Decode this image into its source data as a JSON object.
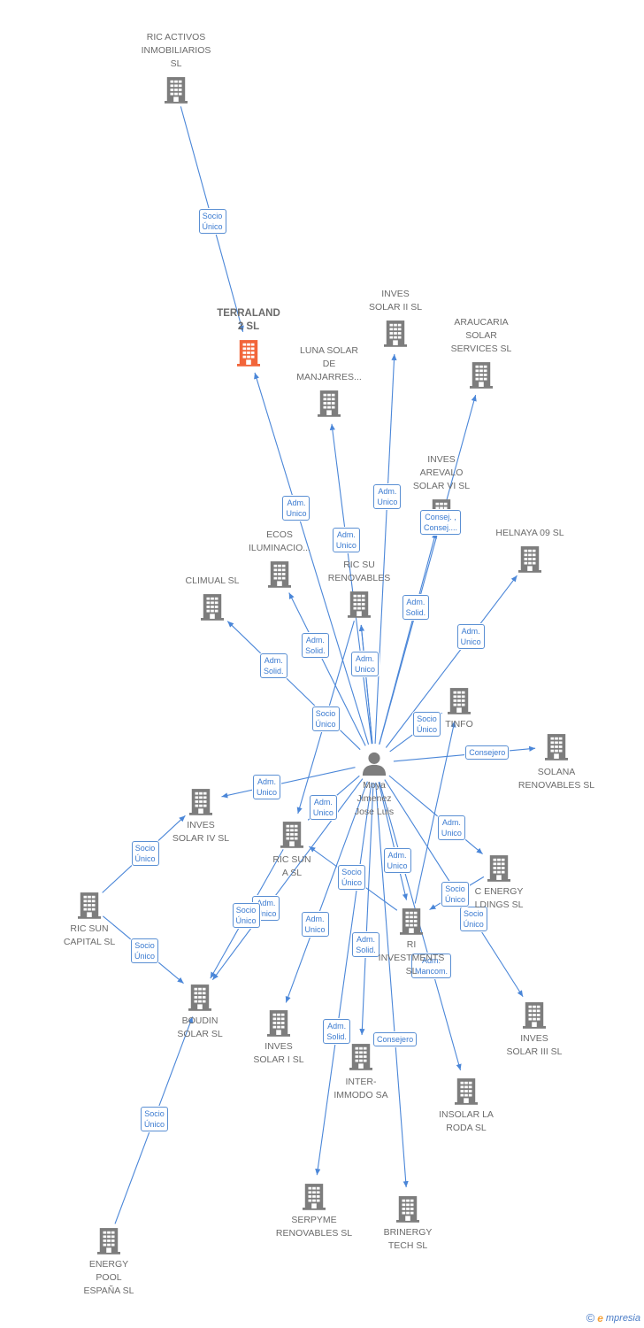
{
  "colors": {
    "edge": "#4a86d8",
    "building": "#7d7d7d",
    "building_focus": "#f2653a",
    "person": "#7d7d7d"
  },
  "nodes": [
    {
      "id": "ric_activos",
      "label": "RIC ACTIVOS\nINMOBILIARIOS\nSL",
      "icon": "building-icon"
    },
    {
      "id": "terraland",
      "label": "TERRALAND\n2  SL",
      "icon": "building-icon",
      "focus": true
    },
    {
      "id": "inves2",
      "label": "INVES\nSOLAR II SL",
      "icon": "building-icon"
    },
    {
      "id": "araucaria",
      "label": "ARAUCARIA\nSOLAR\nSERVICES SL",
      "icon": "building-icon"
    },
    {
      "id": "luna",
      "label": "LUNA SOLAR\nDE\nMANJARRES...",
      "icon": "building-icon"
    },
    {
      "id": "arevalo",
      "label": "INVES\nAREVALO\nSOLAR VI SL",
      "icon": "building-icon"
    },
    {
      "id": "helnaya",
      "label": "HELNAYA 09 SL",
      "icon": "building-icon"
    },
    {
      "id": "ecos",
      "label": "ECOS\nILUMINACIO...",
      "icon": "building-icon"
    },
    {
      "id": "ricsunren",
      "label": "RIC SU\nRENOVABLES",
      "icon": "building-icon"
    },
    {
      "id": "climual",
      "label": "CLIMUAL SL",
      "icon": "building-icon"
    },
    {
      "id": "tinfo",
      "label": "TINFO",
      "icon": "building-icon"
    },
    {
      "id": "solana",
      "label": "SOLANA\nRENOVABLES SL",
      "icon": "building-icon"
    },
    {
      "id": "person",
      "label": "Moya\nJimenez\nJose Luis",
      "icon": "person-icon"
    },
    {
      "id": "inves4",
      "label": "INVES\nSOLAR IV SL",
      "icon": "building-icon"
    },
    {
      "id": "ricsun2",
      "label": "RIC SUN\n   A  SL",
      "icon": "building-icon"
    },
    {
      "id": "ricenergy",
      "label": "C ENERGY\nLDINGS  SL",
      "icon": "building-icon"
    },
    {
      "id": "riccapital",
      "label": "RIC SUN\nCAPITAL  SL",
      "icon": "building-icon"
    },
    {
      "id": "ricinv",
      "label": "RI\nINVESTMENTS\nSL",
      "icon": "building-icon"
    },
    {
      "id": "boudin",
      "label": "BOUDIN\nSOLAR SL",
      "icon": "building-icon"
    },
    {
      "id": "inves1",
      "label": "INVES\nSOLAR I SL",
      "icon": "building-icon"
    },
    {
      "id": "intermmodo",
      "label": "INTER-\nIMMODO SA",
      "icon": "building-icon"
    },
    {
      "id": "inves3",
      "label": "INVES\nSOLAR III SL",
      "icon": "building-icon"
    },
    {
      "id": "insolar",
      "label": "INSOLAR LA\nRODA  SL",
      "icon": "building-icon"
    },
    {
      "id": "serpyme",
      "label": "SERPYME\nRENOVABLES SL",
      "icon": "building-icon"
    },
    {
      "id": "brinergy",
      "label": "BRINERGY\nTECH  SL",
      "icon": "building-icon"
    },
    {
      "id": "energypool",
      "label": "ENERGY\nPOOL\nESPAÑA  SL",
      "icon": "building-icon"
    }
  ],
  "edges": [
    {
      "from": "ric_activos",
      "to": "terraland",
      "label": "Socio\nÚnico"
    },
    {
      "from": "person",
      "to": "terraland",
      "label": "Adm.\nUnico"
    },
    {
      "from": "person",
      "to": "luna",
      "label": "Adm.\nUnico"
    },
    {
      "from": "person",
      "to": "inves2",
      "label": "Adm.\nUnico"
    },
    {
      "from": "person",
      "to": "araucaria",
      "label": "Consej. ,\nConsej...."
    },
    {
      "from": "person",
      "to": "arevalo",
      "label": "Adm.\nSolid."
    },
    {
      "from": "person",
      "to": "helnaya",
      "label": "Adm.\nUnico"
    },
    {
      "from": "person",
      "to": "ecos",
      "label": "Adm.\nSolid."
    },
    {
      "from": "person",
      "to": "climual",
      "label": "Adm.\nSolid."
    },
    {
      "from": "person",
      "to": "ricsunren",
      "label": "Adm.\nUnico"
    },
    {
      "from": "person",
      "to": "tinfo",
      "label": "Socio\nÚnico"
    },
    {
      "from": "person",
      "to": "solana",
      "label": "Consejero"
    },
    {
      "from": "person",
      "to": "inves4",
      "label": "Adm.\nUnico"
    },
    {
      "from": "person",
      "to": "ricsun2",
      "label": "Adm.\nUnico"
    },
    {
      "from": "person",
      "to": "ricenergy",
      "label": "Adm.\nUnico"
    },
    {
      "from": "person",
      "to": "ricinv",
      "label": "Adm.\nUnico"
    },
    {
      "from": "person",
      "to": "boudin",
      "label": "Adm.\nUnico"
    },
    {
      "from": "person",
      "to": "inves1",
      "label": "Adm.\nUnico"
    },
    {
      "from": "person",
      "to": "intermmodo",
      "label": "Adm.\nSolid."
    },
    {
      "from": "person",
      "to": "inves3",
      "label": "Socio\nÚnico"
    },
    {
      "from": "person",
      "to": "insolar",
      "label": "Adm.\nMancom."
    },
    {
      "from": "person",
      "to": "serpyme",
      "label": "Adm.\nSolid."
    },
    {
      "from": "person",
      "to": "brinergy",
      "label": "Consejero"
    },
    {
      "from": "riccapital",
      "to": "inves4",
      "label": "Socio\nÚnico"
    },
    {
      "from": "riccapital",
      "to": "boudin",
      "label": "Socio\nÚnico"
    },
    {
      "from": "energypool",
      "to": "boudin",
      "label": "Socio\nÚnico"
    },
    {
      "from": "ricsun2",
      "to": "boudin",
      "label": "Socio\nÚnico"
    },
    {
      "from": "ricinv",
      "to": "ricsun2",
      "label": "Socio\nÚnico"
    },
    {
      "from": "ricenergy",
      "to": "ricinv",
      "label": "Socio\nÚnico"
    },
    {
      "from": "ricinv",
      "to": "tinfo",
      "label": ""
    },
    {
      "from": "ricsunren",
      "to": "ricsun2",
      "label": "Socio\nÚnico"
    },
    {
      "from": "person",
      "to": "ricsunren",
      "label": "Adm.\nUnico"
    }
  ],
  "brand": {
    "copyright": "©",
    "name": "mpresia",
    "initial": "e"
  }
}
